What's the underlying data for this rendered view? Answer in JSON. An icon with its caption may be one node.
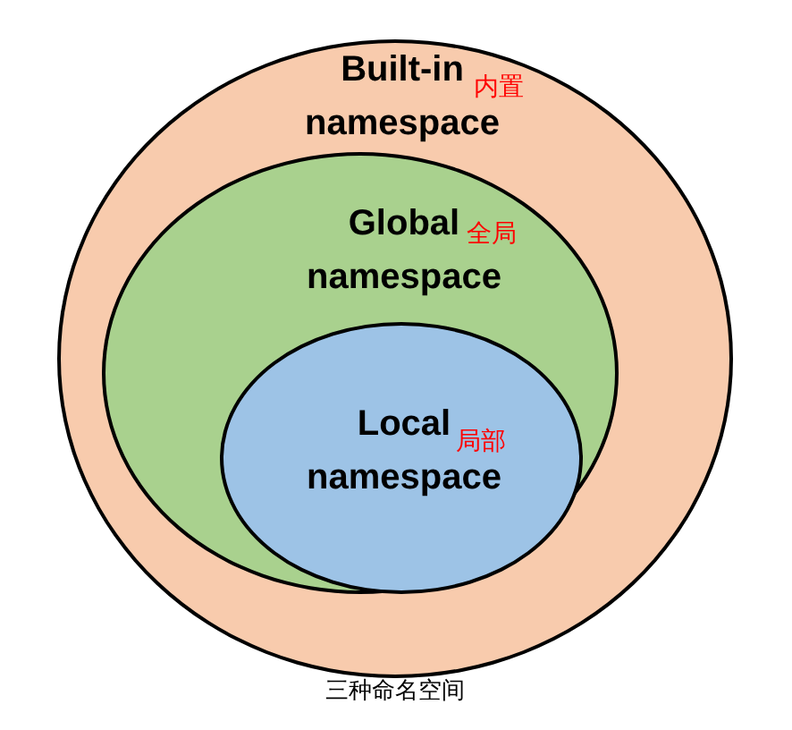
{
  "diagram": {
    "caption": "三种命名空间",
    "nodes": [
      {
        "text": [
          "Built-in namespace",
          "内置"
        ]
      },
      {
        "text": [
          "Global namespace",
          "全局"
        ],
        "in": 0
      },
      {
        "text": [
          "Local namespace",
          "局部"
        ],
        "in": 1
      }
    ]
  }
}
